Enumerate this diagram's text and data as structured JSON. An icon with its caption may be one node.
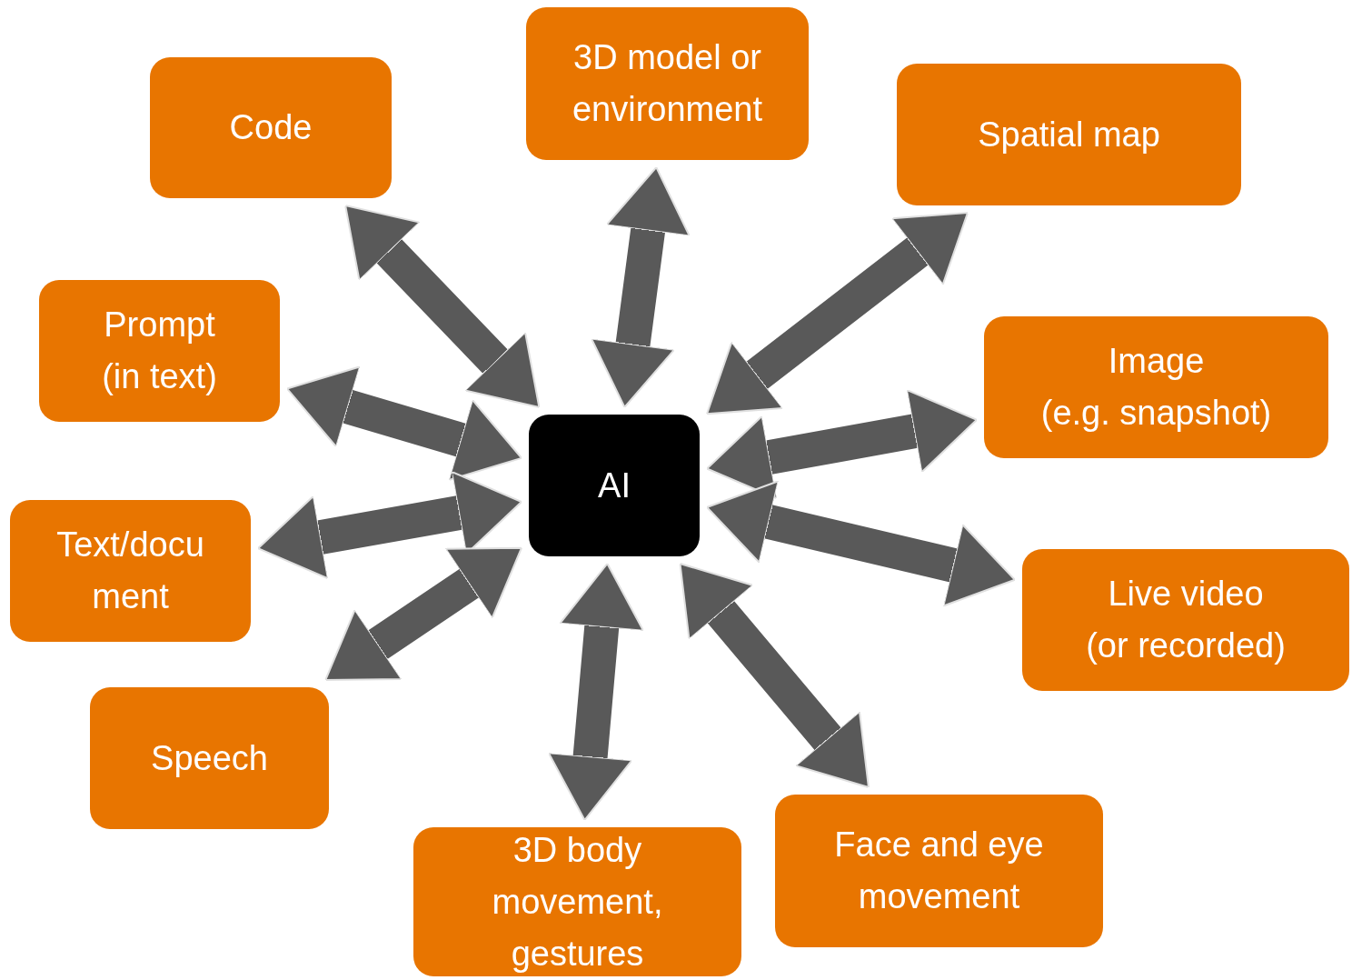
{
  "diagram": {
    "nodes": [
      {
        "text": [
          "AI"
        ]
      },
      {
        "text": [
          "Code"
        ]
      },
      {
        "text": [
          "3D model or environment"
        ]
      },
      {
        "text": [
          "Spatial map"
        ]
      },
      {
        "text": [
          "Prompt",
          "(in text)"
        ]
      },
      {
        "text": [
          "Image",
          "(e.g. snapshot)"
        ]
      },
      {
        "text": [
          "Text/docu ment"
        ]
      },
      {
        "text": [
          "Live video",
          "(or recorded)"
        ]
      },
      {
        "text": [
          "Speech"
        ]
      },
      {
        "text": [
          "Face and eye movement"
        ]
      },
      {
        "text": [
          "3D body movement, gestures"
        ]
      }
    ],
    "edges": [
      {
        "from": 0,
        "to": 1,
        "arrow": "both"
      },
      {
        "from": 0,
        "to": 2,
        "arrow": "both"
      },
      {
        "from": 0,
        "to": 3,
        "arrow": "both"
      },
      {
        "from": 0,
        "to": 4,
        "arrow": "both"
      },
      {
        "from": 0,
        "to": 5,
        "arrow": "both"
      },
      {
        "from": 0,
        "to": 6,
        "arrow": "both"
      },
      {
        "from": 0,
        "to": 7,
        "arrow": "both"
      },
      {
        "from": 0,
        "to": 8,
        "arrow": "both"
      },
      {
        "from": 0,
        "to": 9,
        "arrow": "both"
      },
      {
        "from": 0,
        "to": 10,
        "arrow": "both"
      }
    ]
  }
}
